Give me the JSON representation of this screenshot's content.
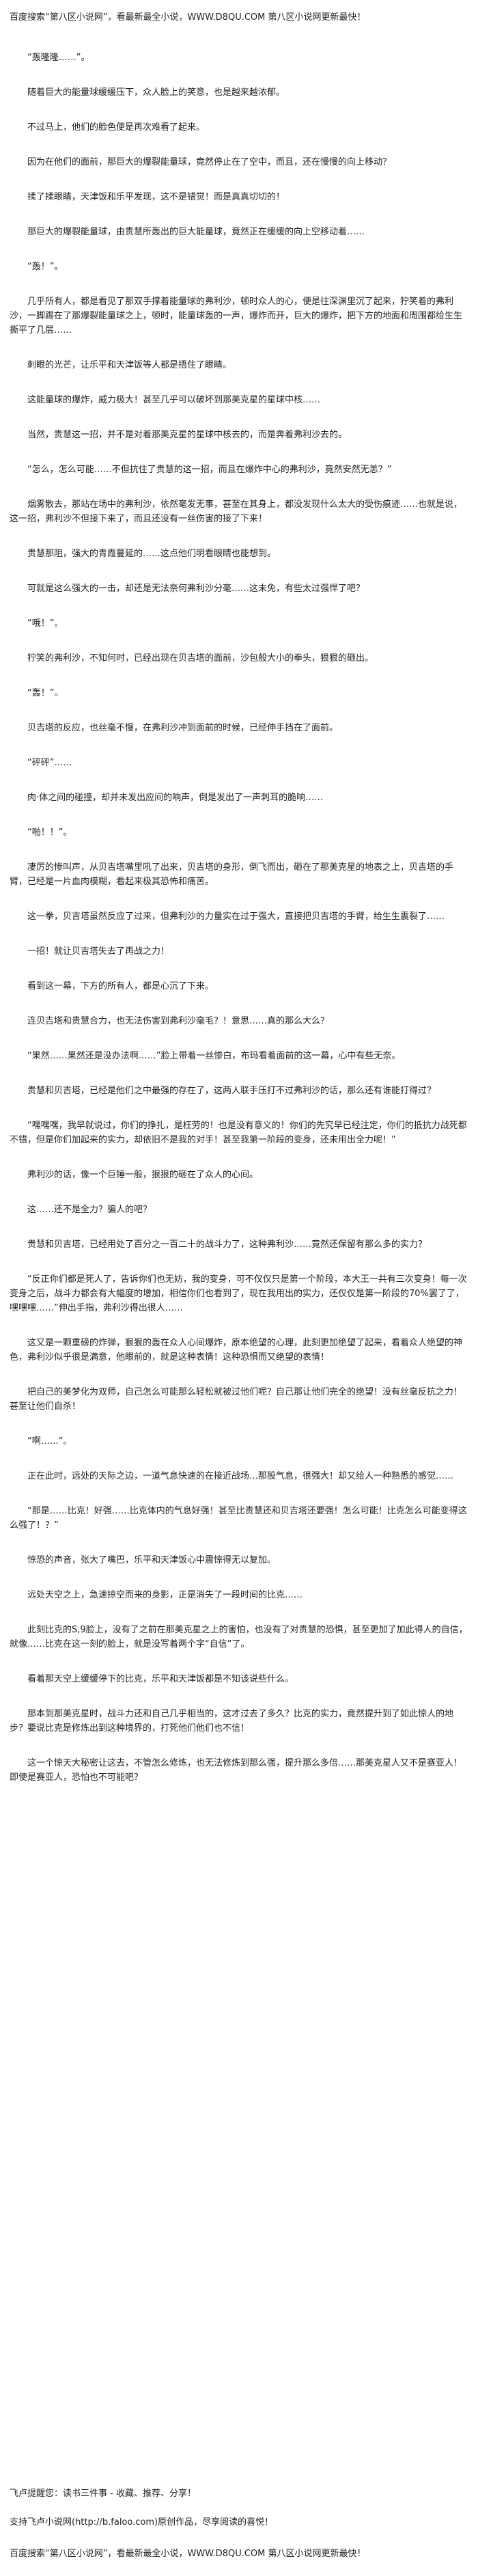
{
  "header_banner": {
    "prefix": "百度搜索“第八区小说网”，看最新最全小说，",
    "url": "WWW.D8QU.COM",
    "suffix": " 第八区小说网更新最快！"
  },
  "paragraphs": [
    "“轰隆隆……”。",
    "随着巨大的能量球缓缓压下，众人脸上的笑意，也是越来越浓郁。",
    "不过马上，他们的脸色便是再次难看了起来。",
    "因为在他们的面前，那巨大的爆裂能量球，竟然停止在了空中，而且，还在慢慢的向上移动？",
    "揉了揉眼睛，天津饭和乐平发现，这不是错觉！而是真真切切的！",
    "那巨大的爆裂能量球，由贵慧所轰出的巨大能量球，竟然正在缓缓的向上空移动着……",
    "“轰！”。",
    "几乎所有人，都是看见了那双手撑着能量球的弗利沙，顿时众人的心，便是往深渊里沉了起来，狞笑着的弗利沙，一脚踢在了那爆裂能量球之上，顿时，能量球轰的一声，爆炸而开，巨大的爆炸，把下方的地面和周围都给生生撕平了几层……",
    "刺眼的光芒，让乐平和天津饭等人都是捂住了眼睛。",
    "这能量球的爆炸，威力极大！甚至几乎可以破坏到那美克星的星球中核……",
    "当然，贵慧这一招，并不是对着那美克星的星球中核去的，而是奔着弗利沙去的。",
    "“怎么，怎么可能……不但抗住了贵慧的这一招，而且在爆炸中心的弗利沙，竟然安然无恙？”",
    "烟雾散去，那站在场中的弗利沙，依然毫发无事，甚至在其身上，都没发现什么太大的受伤痕迹……也就是说，这一招，弗利沙不但接下来了，而且还没有一丝伤害的接了下来！",
    "贵慧那阻，强大的青霞蔓延的……这点他们明看眼睛也能想到。",
    "可就是这么强大的一击，却还是无法奈何弗利沙分毫……这未免，有些太过强悍了吧？",
    "“哦！”。",
    "狞笑的弗利沙，不知何时，已经出现在贝吉塔的面前，沙包般大小的拳头，狠狠的砸出。",
    "“轰！”。",
    "贝吉塔的反应，也丝毫不慢，在弗利沙冲到面前的时候，已经伸手挡在了面前。",
    "“砰砰”……",
    "肉·体之间的碰撞，却并未发出应间的响声，倒是发出了一声刺耳的脆响……",
    "“啪！！”。",
    "凄厉的惨叫声，从贝吉塔嘴里吼了出来，贝吉塔的身形，倒飞而出，砸在了那美克星的地表之上，贝吉塔的手臂，已经是一片血肉模糊，看起来极其恐怖和痛苦。",
    "这一拳，贝吉塔虽然反应了过来，但弗利沙的力量实在过于强大，直接把贝吉塔的手臂，给生生震裂了……",
    "一招！就让贝吉塔失去了再战之力！",
    "看到这一幕，下方的所有人，都是心沉了下来。",
    "连贝吉塔和贵慧合力，也无法伤害到弗利沙毫毛？！意思……真的那么大么？",
    "“果然……果然还是没办法啊……”脸上带着一丝惨白，布玛看着面前的这一幕，心中有些无奈。",
    "贵慧和贝吉塔，已经是他们之中最强的存在了，这两人联手压打不过弗利沙的话，那么还有谁能打得过？",
    "“嘿嘿嘿，我早就说过，你们的挣扎，是枉劳的！也是没有意义的！你们的先究早已经注定，你们的抵抗力战死都不错，但是你们加起来的实力，却依旧不是我的对手！甚至我第一阶段的变身，还未用出全力呢！”",
    "弗利沙的话，像一个巨锤一般，狠狠的砸在了众人的心间。",
    "这……还不是全力？骗人的吧？",
    "贵慧和贝吉塔，已经用处了百分之一百二十的战斗力了，这种弗利沙……竟然还保留有那么多的实力？",
    "“反正你们都是死人了，告诉你们也无妨，我的变身，可不仅仅只是第一个阶段，本大王一共有三次变身！每一次变身之后，战斗力都会有大幅度的增加，相信你们也看到了，现在我用出的实力，还仅仅是第一阶段的70%罢了了，嘿嘿嘿……”伸出手指，弗利沙得出很人……",
    "这又是一颗重磅的炸弹，狠狠的轰在众人心间爆炸，原本绝望的心理，此刻更加绝望了起来，看着众人绝望的神色，弗利沙似乎很是满意，他眼前的，就是这种表情！这种恐惧而又绝望的表情！",
    "把自己的美梦化为双师，自己怎么可能那么轻松就被过他们呢？自己那让他们完全的绝望！没有丝毫反抗之力！甚至让他们自杀！",
    "“啊……”。",
    "正在此时，远处的天际之边，一道气息快速的在接近战场…那股气息，很强大！却又给人一种熟悉的感觉……",
    "“那是……比克！好强……比克体内的气息好强！甚至比贵慧还和贝吉塔还要强！怎么可能！比克怎么可能变得这么强了！？”",
    "惊恐的声音，张大了嘴巴，乐平和天津饭心中震惊得无以复加。",
    "远处天空之上，急速掠空而来的身影，正是消失了一段时间的比克……",
    "此刻比克的S,9脸上，没有了之前在那美克星之上的害怕，也没有了对贵慧的恐惧，甚至更加了加此得人的自信，就像……比克在这一刻的脸上，就是没写着两个字“自信”了。",
    "看着那天空上缓缓停下的比克，乐平和天津饭都是不知该说些什么。",
    "那本到那美克星时，战斗力还和自己几乎相当的，这才过去了多久？比克的实力，竟然提升到了如此惊人的地步？要说比克是修炼出到这种境界的，打死他们他们也不信！",
    "这一个惊天大秘密让这去，不管怎么修炼，也无法修炼到那么强，提升那么多倍……那美克星人又不是赛亚人！即使是赛亚人，恐怕也不可能吧？"
  ],
  "footer": {
    "line1": "飞卢提醒您：读书三件事 - 收藏、推荐、分享！",
    "line2": "支持飞卢小说网(http://b.faloo.com)原创作品，尽享阅读的喜悦！"
  },
  "bottom_banner": {
    "prefix": "百度搜索“第八区小说网”，看最新最全小说，",
    "url": "WWW.D8QU.COM",
    "suffix": " 第八区小说网更新最快！"
  }
}
